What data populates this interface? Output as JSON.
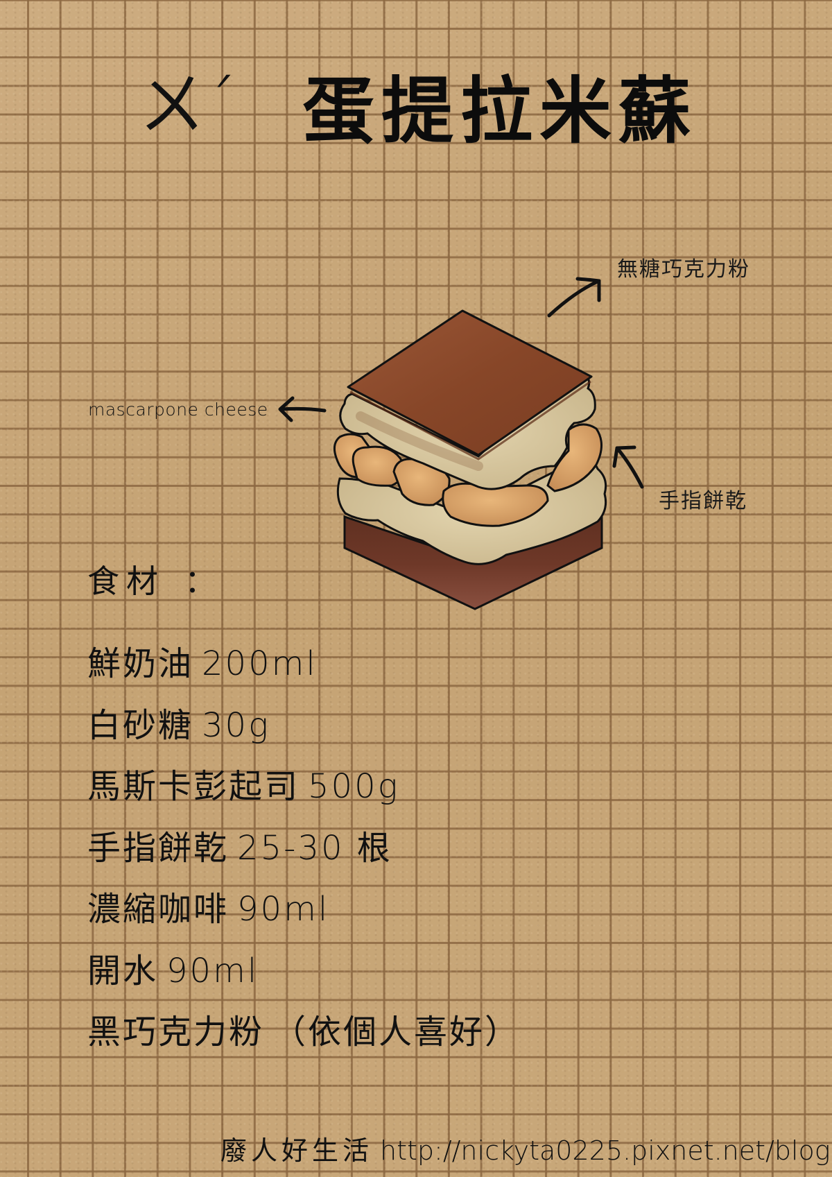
{
  "title": {
    "prefix_bopomofo": "ㄨˊ",
    "name": "蛋提拉米蘇"
  },
  "illustration": {
    "subject": "tiramisu-slice",
    "labels": {
      "cocoa_powder": "無糖巧克力粉",
      "mascarpone": "mascarpone cheese",
      "ladyfinger": "手指餅乾"
    },
    "colors": {
      "cocoa_top": "#8a4a2c",
      "cream": "#d9caa1",
      "ladyfinger": "#d9a46a",
      "base": "#6e3a28",
      "outline": "#111111"
    }
  },
  "ingredients": {
    "heading": "食材",
    "colon": "：",
    "items": [
      {
        "name": "鮮奶油",
        "amount": "200ml"
      },
      {
        "name": "白砂糖",
        "amount": "30g"
      },
      {
        "name": "馬斯卡彭起司",
        "amount": "500g"
      },
      {
        "name": "手指餅乾",
        "amount": "25-30 根"
      },
      {
        "name": "濃縮咖啡",
        "amount": "90ml"
      },
      {
        "name": "開水",
        "amount": "90ml"
      },
      {
        "name": "黑巧克力粉",
        "amount": "（依個人喜好）"
      }
    ]
  },
  "footer": {
    "author": "廢人好生活",
    "url": "http://nickyta0225.pixnet.net/blog"
  },
  "theme": {
    "paper": "#c7a679",
    "grid_line": "#8c6842",
    "ink": "#111111"
  }
}
